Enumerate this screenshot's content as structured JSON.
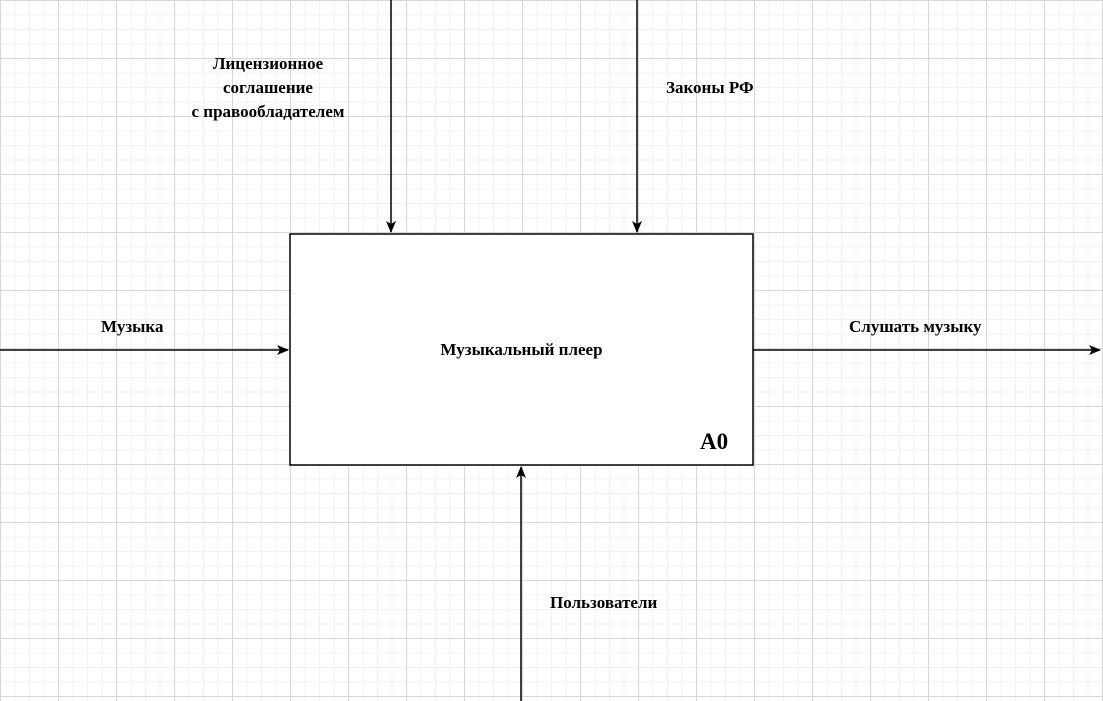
{
  "diagram": {
    "function_box": {
      "title": "Музыкальный плеер",
      "node_id": "A0"
    },
    "arrows": {
      "control_license": {
        "label_lines": [
          "Лицензионное",
          "соглашение",
          "с правообладателем"
        ]
      },
      "control_laws": {
        "label": "Законы РФ"
      },
      "input_music": {
        "label": "Музыка"
      },
      "output_listen": {
        "label": "Слушать музыку"
      },
      "mechanism_users": {
        "label": "Пользователи"
      }
    },
    "colors": {
      "stroke": "#000000",
      "grid_major": "#d7d7d7",
      "grid_minor": "#f0f0f0"
    }
  }
}
